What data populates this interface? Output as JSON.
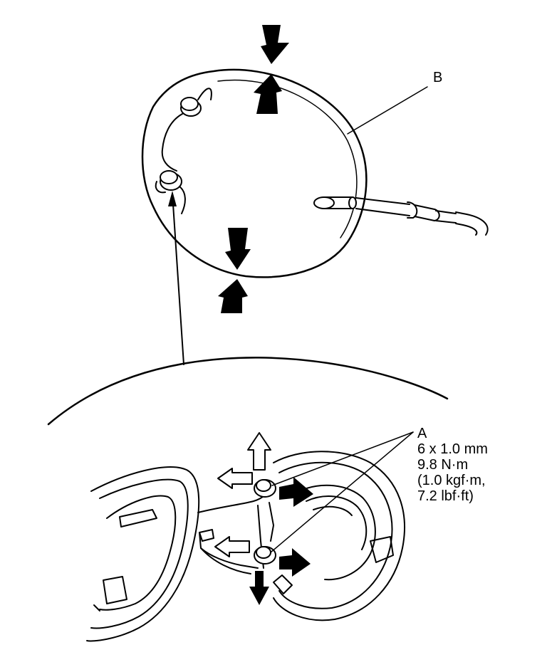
{
  "callouts": {
    "b": {
      "letter": "B"
    },
    "a": {
      "letter": "A",
      "spec_lines": [
        "6 x 1.0 mm",
        "9.8 N·m",
        "(1.0 kgf·m,",
        "7.2 lbf·ft)"
      ]
    }
  },
  "colors": {
    "ink": "#000000",
    "paper": "#ffffff"
  },
  "icons": {
    "push_arrow": "solid-black-arrow-icon",
    "direction_arrow": "outlined-arrow-icon"
  }
}
